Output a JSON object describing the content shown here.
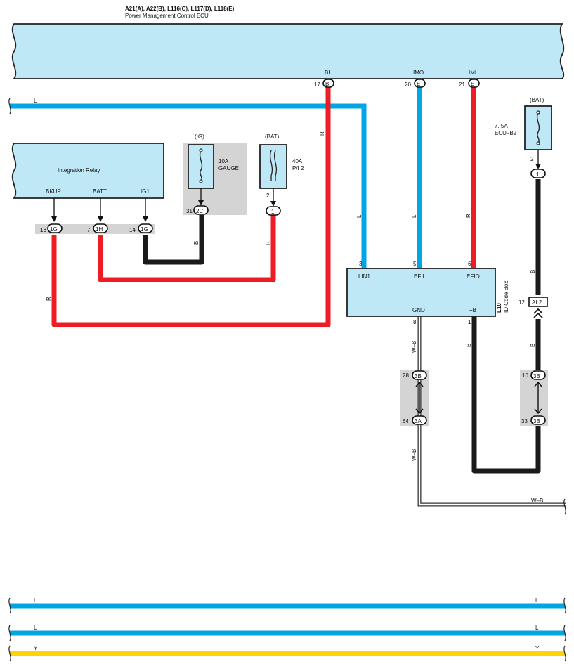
{
  "ecu": {
    "code": "A21(A), A22(B), L116(C), L117(D), L118(E)",
    "name": "Power Management Control ECU",
    "pins": [
      {
        "num": "17",
        "conn": "B",
        "name": "BL"
      },
      {
        "num": "20",
        "conn": "E",
        "name": "IMO"
      },
      {
        "num": "21",
        "conn": "E",
        "name": "IMI"
      }
    ]
  },
  "relay": {
    "name": "Integration Relay",
    "pins": [
      {
        "name": "BKUP",
        "num": "13",
        "conn": "1G"
      },
      {
        "name": "BATT",
        "num": "7",
        "conn": "1H"
      },
      {
        "name": "IG1",
        "num": "14",
        "conn": "1G"
      }
    ]
  },
  "fuse_gauge": {
    "supply": "(IG)",
    "rating": "10A",
    "name": "GAUGE",
    "pin": "31",
    "conn": "2C"
  },
  "fuse_pi2": {
    "supply": "(BAT)",
    "rating": "40A",
    "name": "P/I 2",
    "pin": "2",
    "conn": "1"
  },
  "fuse_ecub2": {
    "supply": "(BAT)",
    "rating": "7. 5A",
    "name": "ECU–B2",
    "pin": "2",
    "conn": "1"
  },
  "id_box": {
    "code": "L10",
    "name": "ID Code Box",
    "pins_top": [
      {
        "num": "3",
        "name": "LIN1"
      },
      {
        "num": "5",
        "name": "EFII"
      },
      {
        "num": "6",
        "name": "EFIO"
      }
    ],
    "pins_bottom": [
      {
        "num": "8",
        "name": "GND"
      },
      {
        "num": "1",
        "name": "+B"
      }
    ]
  },
  "connectors": {
    "al2": {
      "num": "12",
      "id": "AL2"
    },
    "j28": {
      "num": "28",
      "id": "3B"
    },
    "j64": {
      "num": "64",
      "id": "3A"
    },
    "j10": {
      "num": "10",
      "id": "3B"
    },
    "j33": {
      "num": "33",
      "id": "3B"
    }
  },
  "wire_labels": {
    "L": "L",
    "R": "R",
    "B": "B",
    "WB": "W–B",
    "Y": "Y"
  },
  "colors": {
    "L": "#00a6e2",
    "R": "#ee1c25",
    "B": "#1a1a1a",
    "Y": "#ffd400",
    "component_fill": "#bfe8f7",
    "group_bg": "#d4d4d4"
  }
}
